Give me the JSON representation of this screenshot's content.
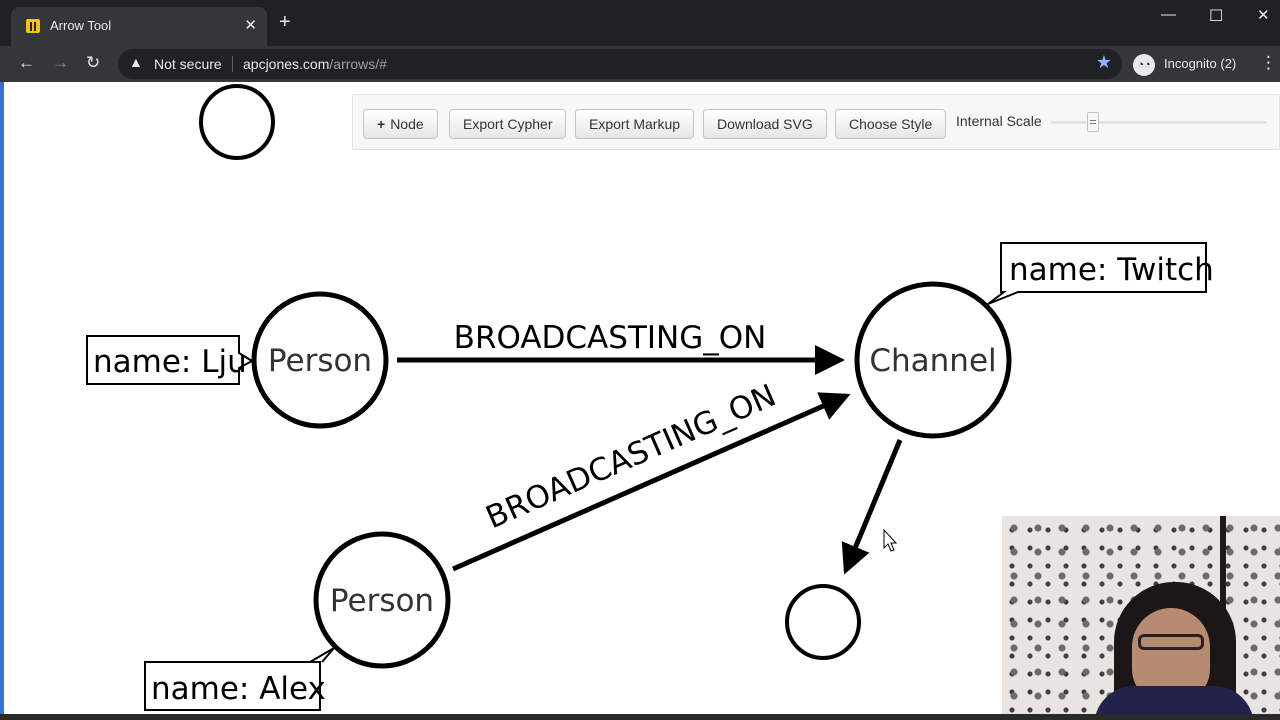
{
  "browser": {
    "tab": {
      "title": "Arrow Tool"
    },
    "address_bar": {
      "security_text": "Not secure",
      "url_host": "apcjones.com",
      "url_path": "/arrows/#"
    },
    "profile_label": "Incognito (2)"
  },
  "toolbar": {
    "add_node_label": "Node",
    "export_cypher_label": "Export Cypher",
    "export_markup_label": "Export Markup",
    "download_svg_label": "Download SVG",
    "choose_style_label": "Choose Style",
    "internal_scale_label": "Internal Scale"
  },
  "graph": {
    "nodes": {
      "person_lju": {
        "caption": "Person",
        "property": "name: Lju"
      },
      "channel": {
        "caption": "Channel",
        "property": "name: Twitch"
      },
      "person_alex": {
        "caption": "Person",
        "property": "name: Alex"
      },
      "empty_top": {
        "caption": ""
      },
      "empty_bottom": {
        "caption": ""
      }
    },
    "relationships": {
      "lju_to_channel": {
        "type": "BROADCASTING_ON"
      },
      "alex_to_channel": {
        "type": "BROADCASTING_ON"
      }
    }
  },
  "colors": {
    "chrome_dark": "#202124",
    "chrome_toolbar": "#35363a",
    "bookmark_star": "#8ab4f8",
    "graph_stroke": "#000000"
  }
}
